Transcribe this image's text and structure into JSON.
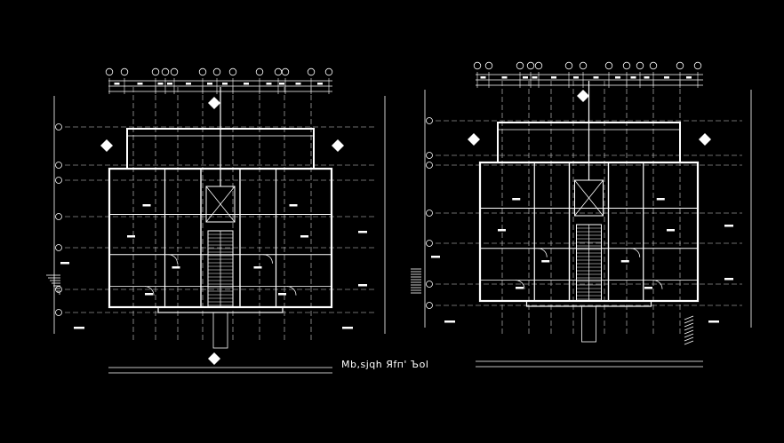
{
  "drawing": {
    "caption": "Mb,sjqh Яfп' Ъol",
    "background_color": "#000000",
    "line_color": "#ffffff",
    "dash_color": "#d8d8d8",
    "plans": [
      {
        "name": "left-plan",
        "grid_bubbles_top": [
          "",
          "",
          "",
          "",
          "",
          "",
          "",
          "",
          "",
          "",
          "",
          "",
          "",
          ""
        ]
      },
      {
        "name": "right-plan",
        "grid_bubbles_top": [
          "",
          "",
          "",
          "",
          "",
          "",
          "",
          "",
          "",
          "",
          "",
          "",
          ""
        ]
      }
    ]
  }
}
